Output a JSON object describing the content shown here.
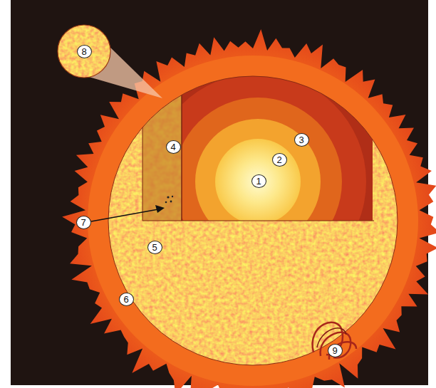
{
  "diagram": {
    "labels": [
      "8",
      "4",
      "3",
      "2",
      "1",
      "7",
      "5",
      "6",
      "9"
    ]
  }
}
